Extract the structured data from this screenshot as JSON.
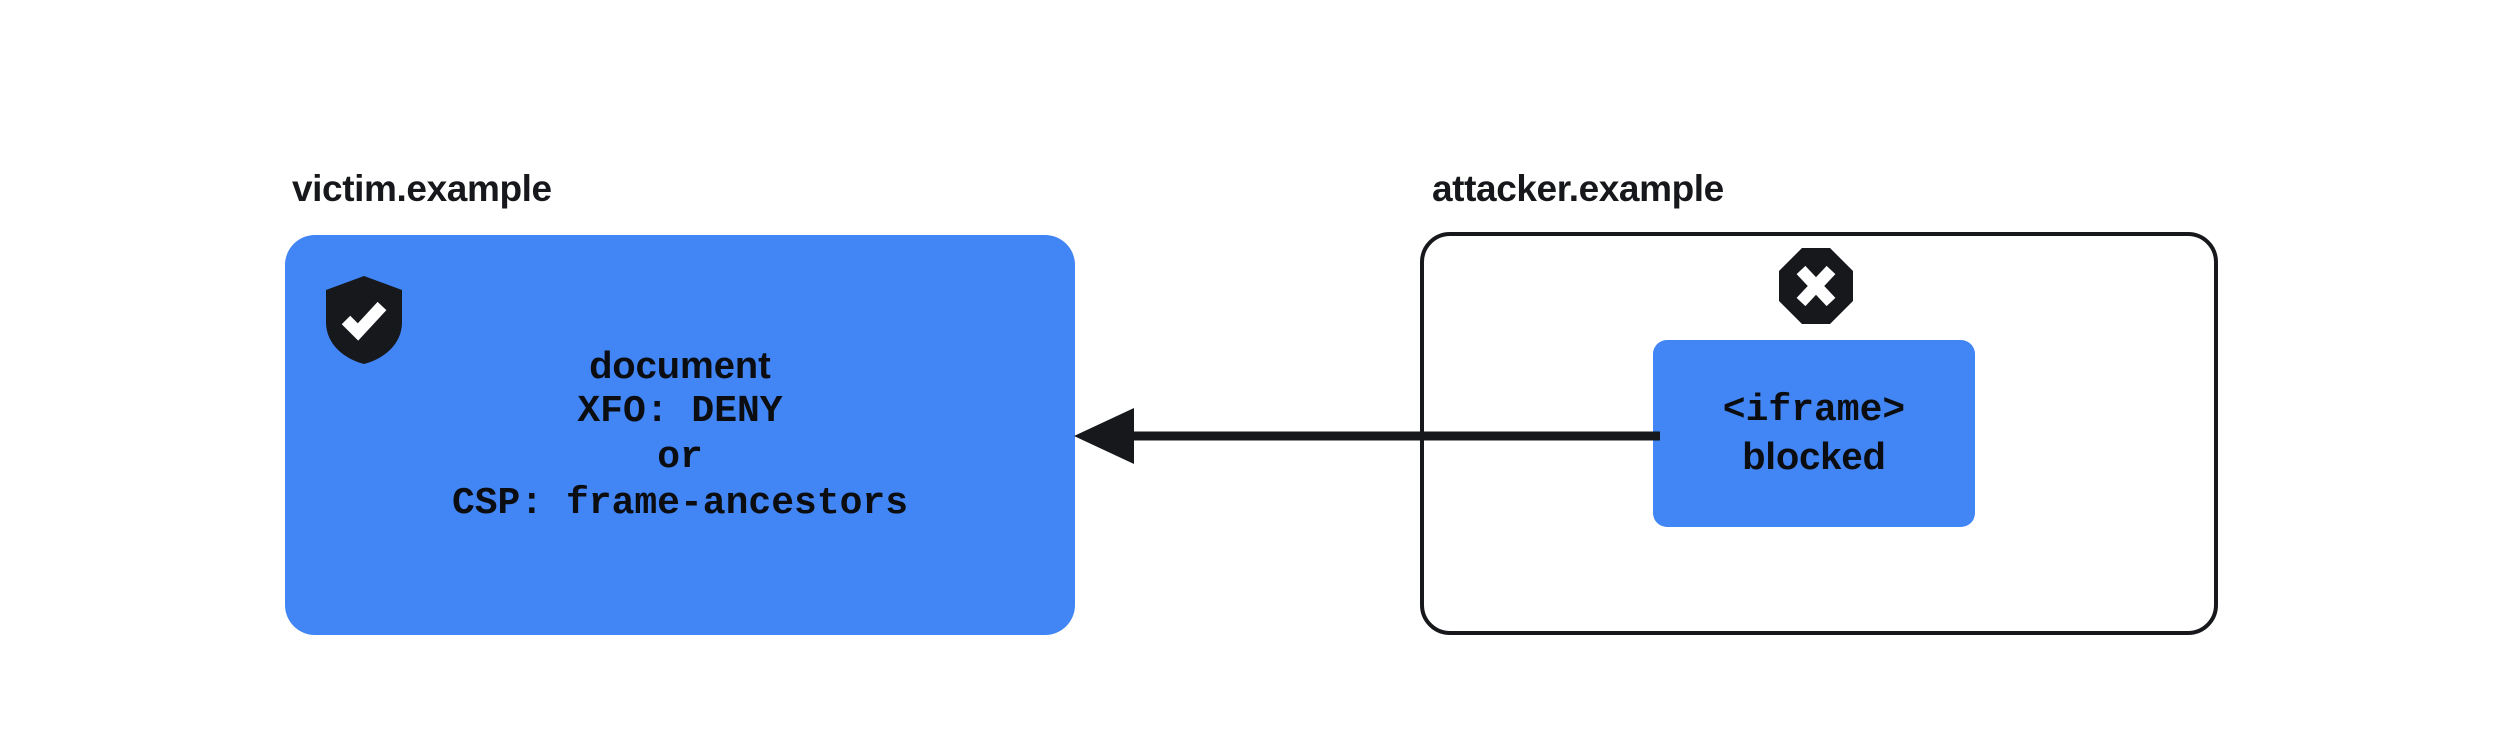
{
  "diagram": {
    "title": "Framing protection: XFO / CSP frame-ancestors blocks attacker iframe",
    "background_color": "#ffffff",
    "accent_color": "#4285f4",
    "ink_color": "#17181c"
  },
  "victim": {
    "label": "victim.example",
    "icon": "shield-check-icon",
    "box_color": "#4285f4",
    "lines": [
      {
        "text": "document",
        "style": "sans"
      },
      {
        "text": "XFO: DENY",
        "style": "mono"
      },
      {
        "text": "or",
        "style": "mono"
      },
      {
        "text": "CSP: frame-ancestors",
        "style": "mono"
      }
    ]
  },
  "attacker": {
    "label": "attacker.example",
    "icon": "octagon-x-icon",
    "border_color": "#17181c",
    "iframe": {
      "box_color": "#4285f4",
      "lines": [
        {
          "text": "<iframe>",
          "style": "mono"
        },
        {
          "text": "blocked",
          "style": "sans"
        }
      ]
    }
  },
  "arrow": {
    "direction": "right-to-left",
    "color": "#17181c",
    "label": ""
  }
}
